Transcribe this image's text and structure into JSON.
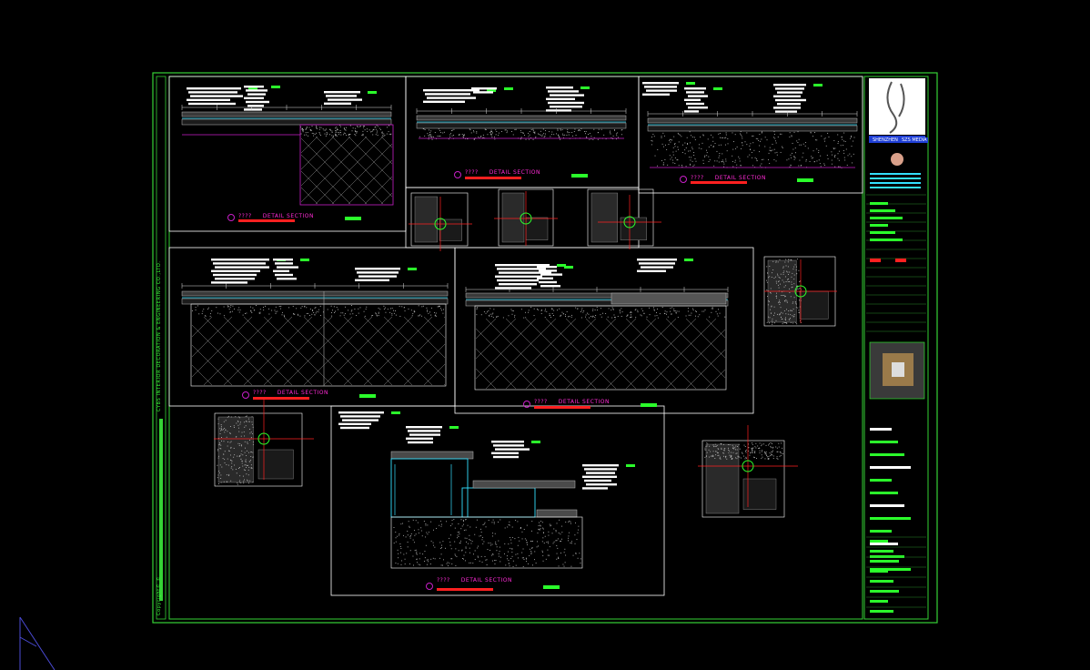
{
  "colors": {
    "background": "#000000",
    "frame": "#35d235",
    "outline": "#ffffff",
    "title": "#ff2bd6",
    "marker": "#ff2020",
    "green": "#2bff2b",
    "cyan": "#33e0ff",
    "magenta": "#c81ec8",
    "gray": "#9a9a9a"
  },
  "sheet": {
    "company_vertical": "CYBS INTERIOR DECORATION & ENGINEERING CO.,LTD.",
    "copyright_vertical": "Copyright© ©"
  },
  "sections": [
    {
      "id": "s1",
      "number": "????",
      "title": "DETAIL SECTION"
    },
    {
      "id": "s2",
      "number": "????",
      "title": "DETAIL SECTION"
    },
    {
      "id": "s3",
      "number": "????",
      "title": "DETAIL SECTION"
    },
    {
      "id": "s4",
      "number": "????",
      "title": "DETAIL SECTION"
    },
    {
      "id": "s5",
      "number": "????",
      "title": "DETAIL SECTION"
    },
    {
      "id": "s6",
      "number": "????",
      "title": "DETAIL SECTION"
    }
  ],
  "title_block": {
    "logo_left": "SHENZHEN",
    "logo_right": "SZS MEDIA"
  }
}
